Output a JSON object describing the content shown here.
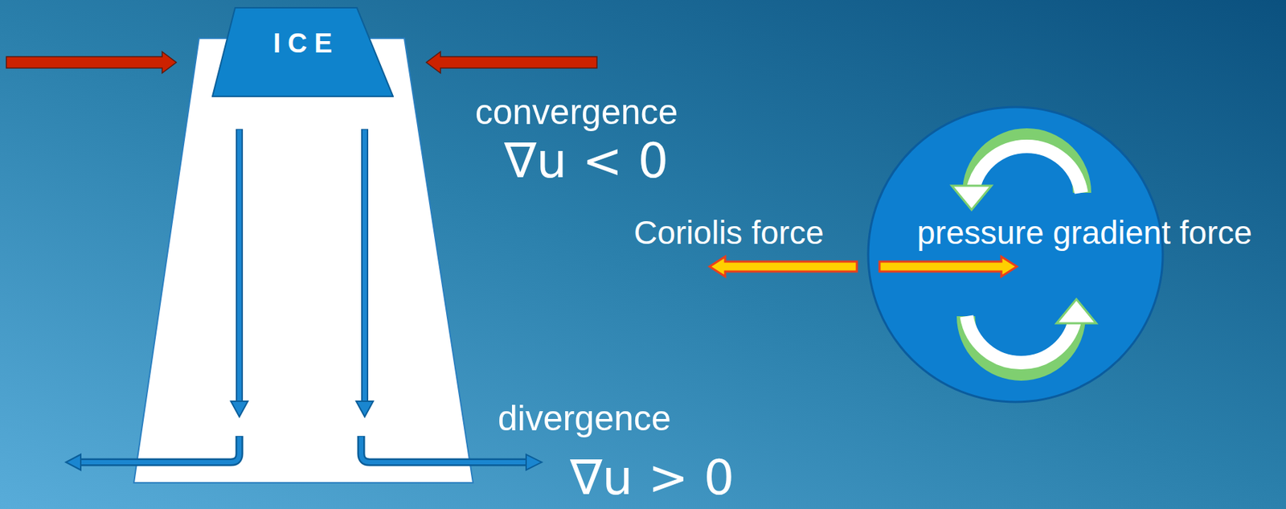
{
  "diagram": {
    "nodes": [
      {
        "text": [
          "ICE"
        ]
      }
    ],
    "labels": [
      "convergence",
      "∇u < 0",
      "divergence",
      "∇u > 0",
      "Coriolis force",
      "pressure gradient force"
    ]
  }
}
